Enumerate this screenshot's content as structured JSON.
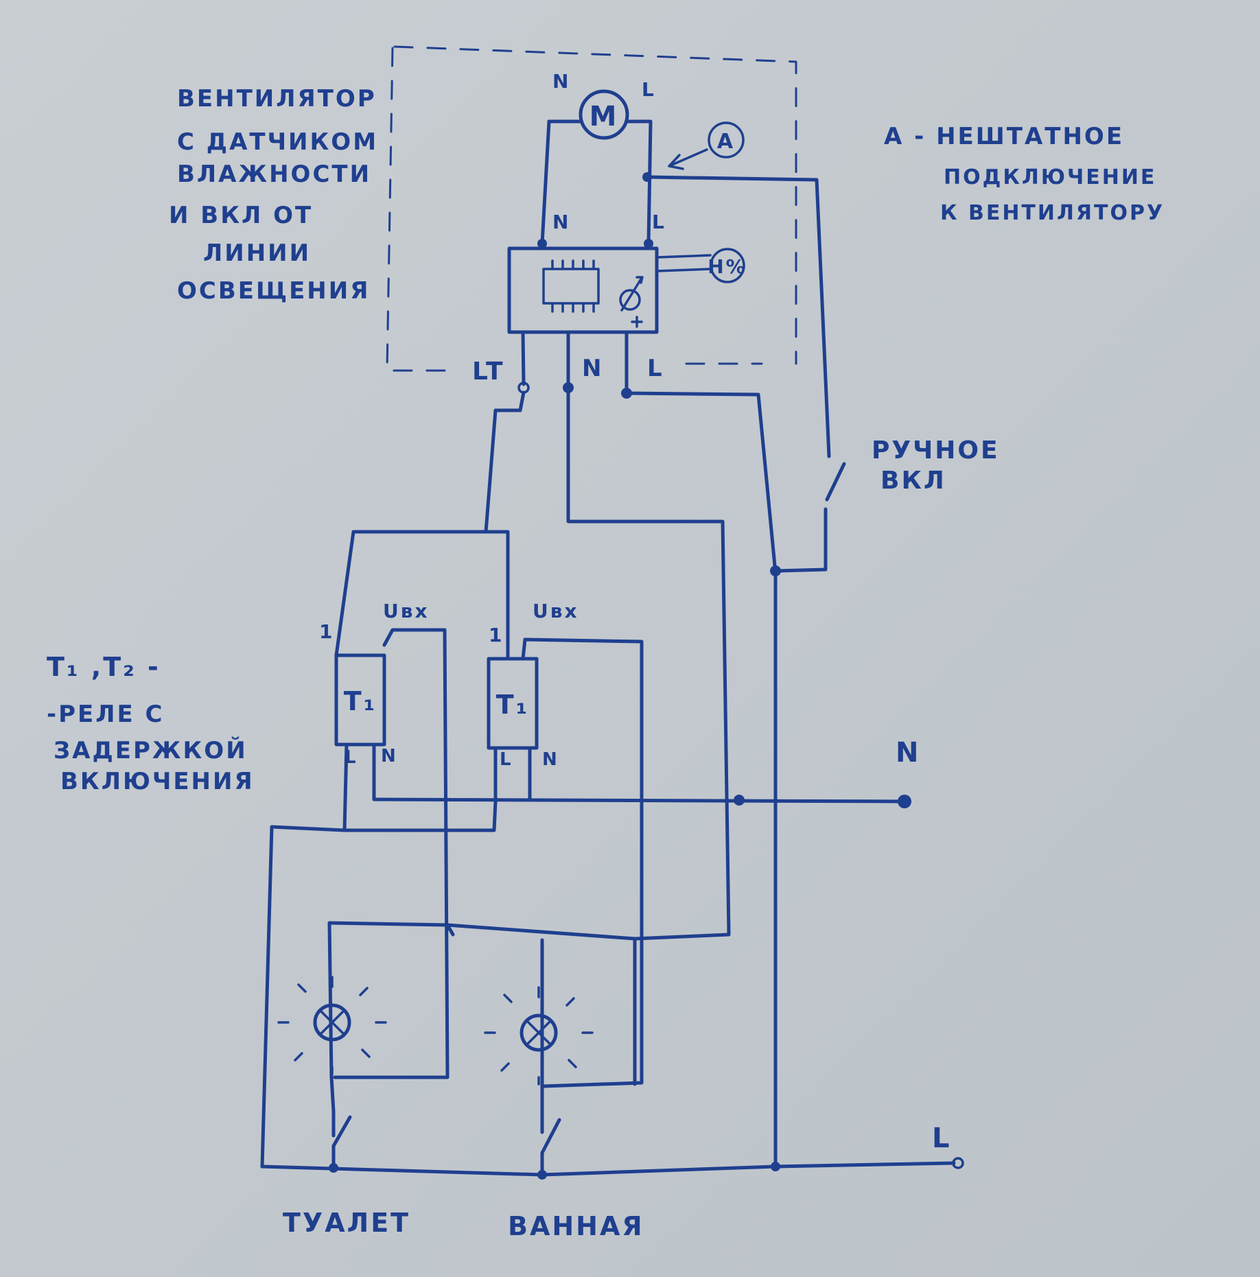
{
  "notes": {
    "fan_block": [
      "ВЕНТИЛЯТОР",
      "С ДАТЧИКОМ",
      "ВЛАЖНОСТИ",
      "И ВКЛ ОТ",
      "ЛИНИИ",
      "ОСВЕЩЕНИЯ"
    ],
    "a_note": [
      "А - НЕШТАТНОЕ",
      "ПОДКЛЮЧЕНИЕ",
      "К ВЕНТИЛЯТОРУ"
    ],
    "manual": [
      "РУЧНОЕ",
      "ВКЛ"
    ],
    "relays": [
      "T₁ ,T₂ -",
      "-РЕЛЕ С",
      "ЗАДЕРЖКОЙ",
      "ВКЛЮЧЕНИЯ"
    ]
  },
  "fan": {
    "motor": "M",
    "motor_n": "N",
    "motor_l": "L",
    "board_n": "N",
    "board_l": "L",
    "point_a": "A",
    "sensor": "H%",
    "term_lt": "LT",
    "term_n": "N",
    "term_l": "L"
  },
  "relays": {
    "left": {
      "label": "T₁",
      "pin1": "1",
      "input": "Uвх",
      "pin_l": "L",
      "pin_n": "N"
    },
    "right": {
      "label": "T₁",
      "pin1": "1",
      "input": "Uвх",
      "pin_l": "L",
      "pin_n": "N"
    }
  },
  "supply": {
    "n": "N",
    "l": "L"
  },
  "rooms": {
    "toilet": "ТУАЛЕТ",
    "bathroom": "ВАННАЯ"
  }
}
